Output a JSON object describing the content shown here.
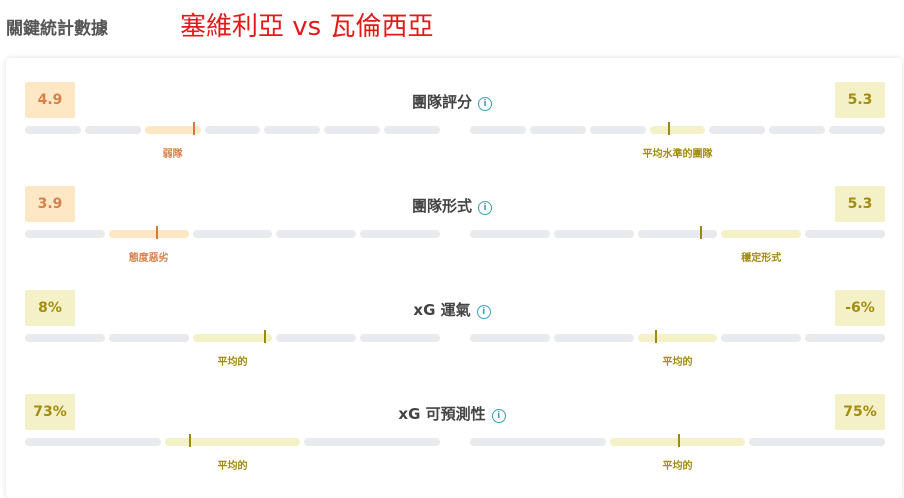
{
  "header": {
    "title": "關鍵統計數據",
    "match": "塞維利亞 vs 瓦倫西亞"
  },
  "colors": {
    "orange_bg": "#fde7c4",
    "orange_text": "#d9804a",
    "yellow_bg": "#f4f1c9",
    "yellow_text": "#a38c0f",
    "info": "#33a4b8"
  },
  "stats": [
    {
      "title": "團隊評分",
      "info_icon": "info-icon",
      "home": {
        "value": "4.9",
        "tone": "orange",
        "segments": 7,
        "active": 2,
        "marker": 0.407,
        "label": "弱隊"
      },
      "away": {
        "value": "5.3",
        "tone": "yellow",
        "segments": 7,
        "active": 3,
        "marker": 0.48,
        "label": "平均水準的團隊"
      }
    },
    {
      "title": "團隊形式",
      "info_icon": "info-icon",
      "home": {
        "value": "3.9",
        "tone": "orange",
        "segments": 5,
        "active": 1,
        "marker": 0.318,
        "label": "態度惡劣"
      },
      "away": {
        "value": "5.3",
        "tone": "yellow",
        "segments": 5,
        "active": 3,
        "marker": 0.557,
        "label": "穩定形式"
      }
    },
    {
      "title": "xG 運氣",
      "info_icon": "info-icon",
      "home": {
        "value": "8%",
        "tone": "yellow",
        "segments": 5,
        "active": 2,
        "marker": 0.578,
        "label": "平均的"
      },
      "away": {
        "value": "-6%",
        "tone": "yellow",
        "segments": 5,
        "active": 2,
        "marker": 0.448,
        "label": "平均的"
      }
    },
    {
      "title": "xG 可預測性",
      "info_icon": "info-icon",
      "home": {
        "value": "73%",
        "tone": "yellow",
        "segments": 3,
        "active": 1,
        "marker": 0.398,
        "label": "平均的"
      },
      "away": {
        "value": "75%",
        "tone": "yellow",
        "segments": 3,
        "active": 1,
        "marker": 0.504,
        "label": "平均的"
      }
    }
  ]
}
